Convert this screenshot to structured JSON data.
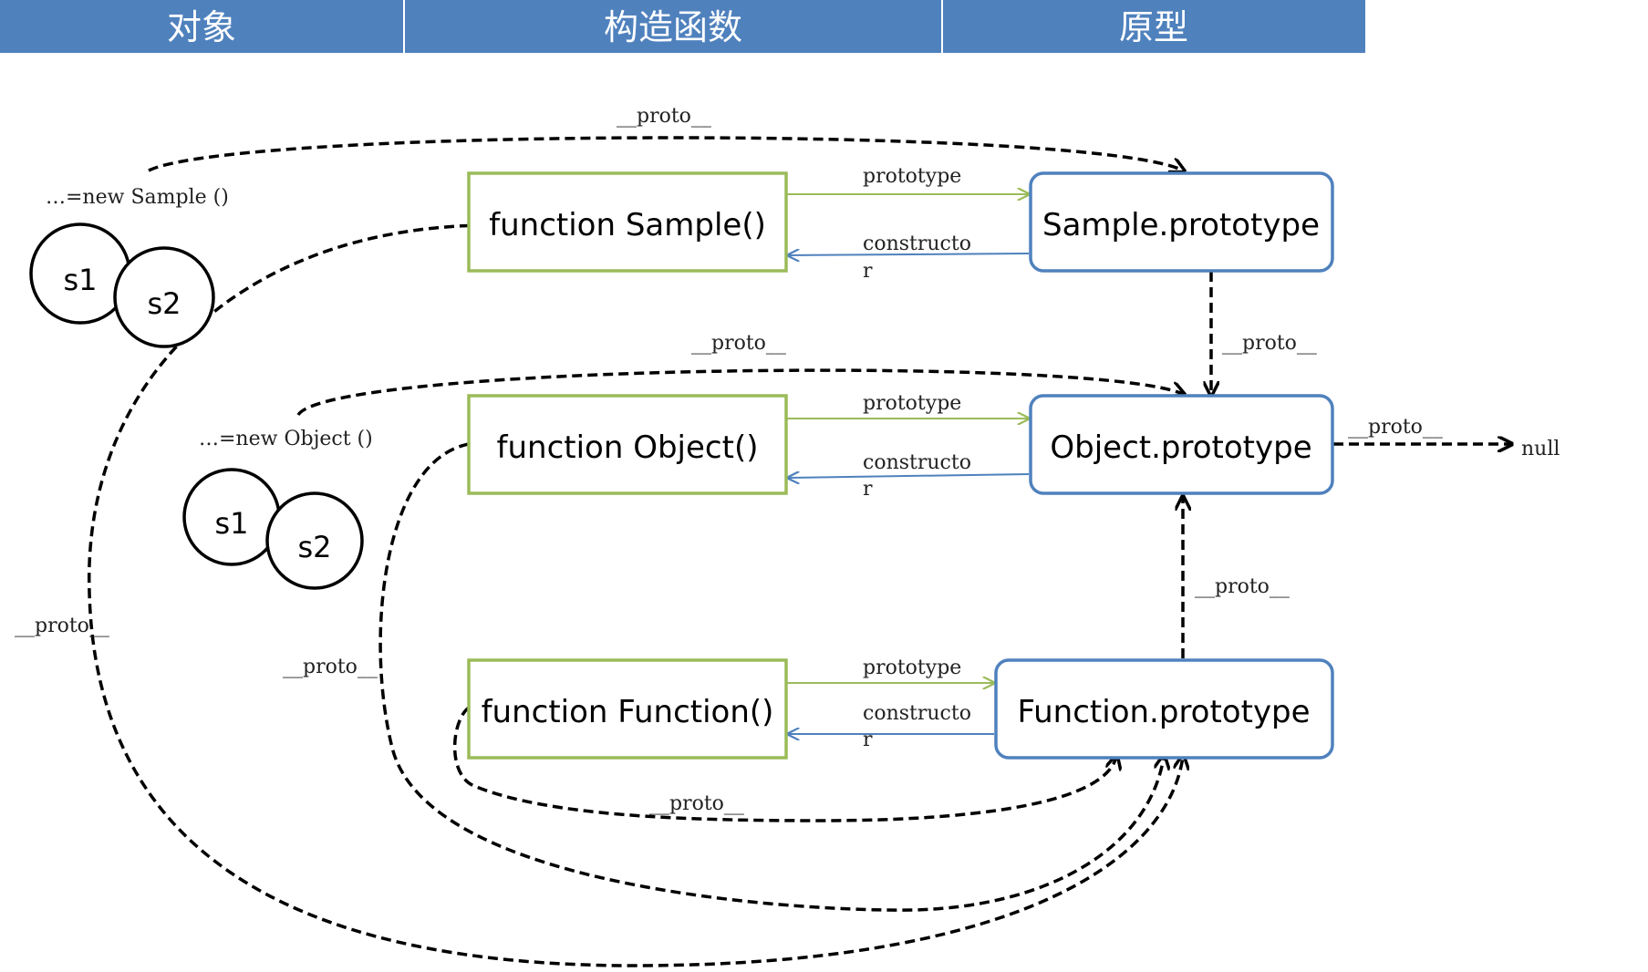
{
  "header": {
    "columns": [
      "对象",
      "构造函数",
      "原型"
    ]
  },
  "constructors": {
    "sample": "function Sample()",
    "object": "function Object()",
    "function": "function Function()"
  },
  "prototypes": {
    "sample": "Sample.prototype",
    "object": "Object.prototype",
    "function": "Function.prototype"
  },
  "instances": {
    "sample_new": "…=new Sample ()",
    "object_new": "…=new Object ()",
    "sample_s1": "s1",
    "sample_s2": "s2",
    "object_s1": "s1",
    "object_s2": "s2"
  },
  "links": {
    "prototype_label": "prototype",
    "constructor_label_line1": "constructo",
    "constructor_label_line2": "r",
    "proto_label": "__proto__",
    "null_label": "null"
  },
  "colors": {
    "header": "#4f81bd",
    "constructor_border": "#9bbb59",
    "prototype_border": "#4f81bd"
  }
}
